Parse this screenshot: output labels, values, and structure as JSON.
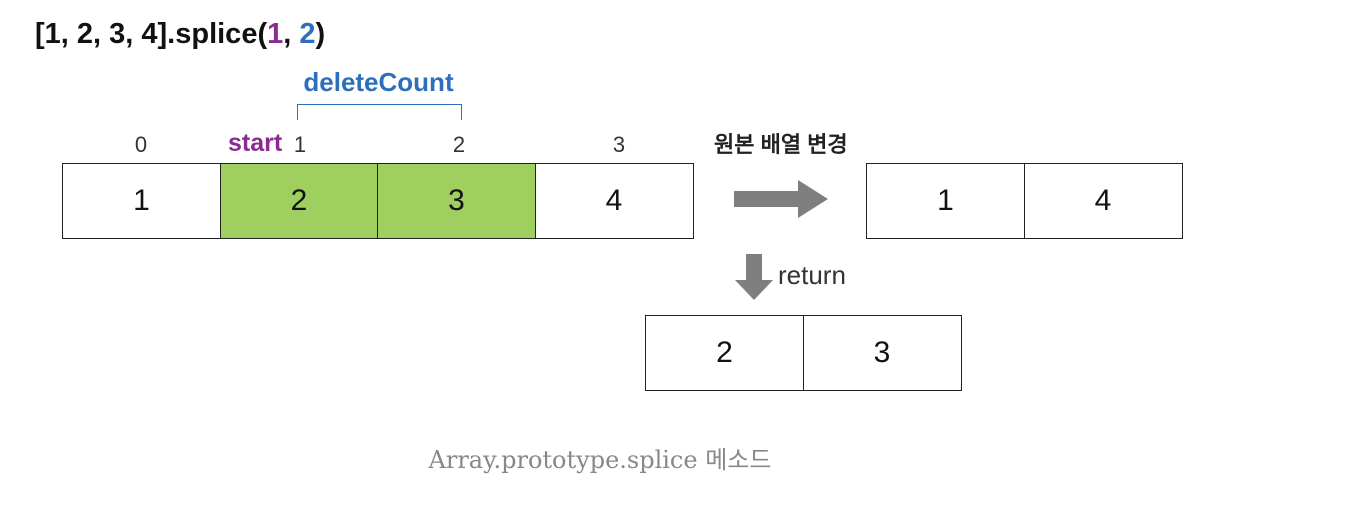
{
  "code": {
    "prefix": "[1, 2, 3, 4].splice(",
    "start_arg": "1",
    "separator": ", ",
    "count_arg": "2",
    "suffix": ")"
  },
  "labels": {
    "delete_count": "deleteCount",
    "start": "start",
    "original_changed": "원본 배열 변경",
    "return": "return"
  },
  "colors": {
    "start": "#8b2a92",
    "delete_count": "#2d6fbd",
    "removed_fill": "#9fd05f",
    "arrow": "#7f7f7f"
  },
  "original_array": {
    "indices": [
      "0",
      "1",
      "2",
      "3"
    ],
    "values": [
      "1",
      "2",
      "3",
      "4"
    ],
    "removed_positions": [
      1,
      2
    ]
  },
  "result_array": {
    "values": [
      "1",
      "4"
    ]
  },
  "returned_array": {
    "values": [
      "2",
      "3"
    ]
  },
  "caption": "Array.prototype.splice 메소드"
}
